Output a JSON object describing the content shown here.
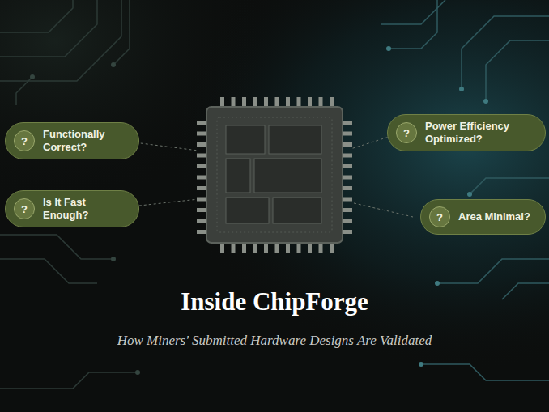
{
  "diagram": {
    "title": "Inside ChipForge",
    "caption": "How Miners' Submitted Hardware Designs Are Validated",
    "nodes": [
      {
        "text": [
          "?",
          "Functionally Correct?"
        ]
      },
      {
        "text": [
          "?",
          "Is It Fast Enough?"
        ]
      },
      {
        "text": [
          "?",
          "Power Efficiency Optimized?"
        ]
      },
      {
        "text": [
          "?",
          "Area Minimal?"
        ]
      }
    ]
  }
}
